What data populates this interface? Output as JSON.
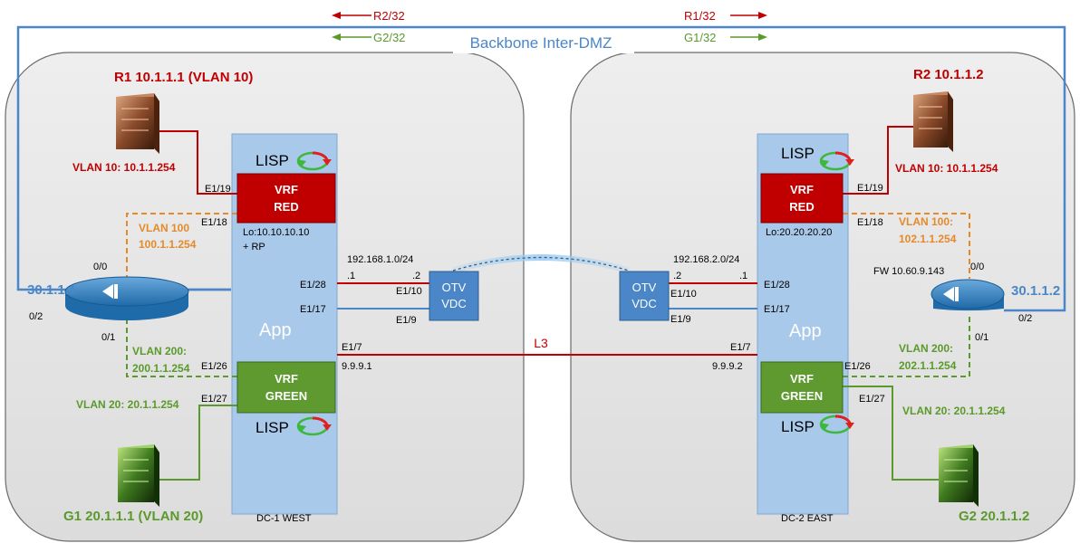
{
  "colors": {
    "red": "#c00000",
    "green": "#5a9a2a",
    "orange": "#e58a2b",
    "blue": "#4a86c8",
    "vrf_red_fill": "#c00000",
    "vrf_green_fill": "#5e9a30",
    "switch_fill": "#a9c9ea",
    "otv_fill": "#4a86c8",
    "dc_fill": "#e6e6e6"
  },
  "backbone": {
    "title": "Backbone Inter-DMZ",
    "left_red_route": "R2/32",
    "left_green_route": "G2/32",
    "right_red_route": "R1/32",
    "right_green_route": "G1/32"
  },
  "west": {
    "name": "DC-1 WEST",
    "server_r1": "R1 10.1.1.1 (VLAN 10)",
    "vlan10": "VLAN 10: 10.1.1.254",
    "vlan100_line1": "VLAN 100",
    "vlan100_line2": "100.1.1.254",
    "vlan200_line1": "VLAN 200:",
    "vlan200_line2": "200.1.1.254",
    "vlan20": "VLAN 20: 20.1.1.254",
    "server_g1": "G1 20.1.1.1 (VLAN 20)",
    "fw_ip": "30.1.1.1",
    "fw_port_00": "0/0",
    "fw_port_02": "0/2",
    "fw_port_01": "0/1",
    "lisp_top": "LISP",
    "lisp_bottom": "LISP",
    "vrf_red_line1": "VRF",
    "vrf_red_line2": "RED",
    "vrf_green_line1": "VRF",
    "vrf_green_line2": "GREEN",
    "loopback": "Lo:10.10.10.10",
    "rp": "+ RP",
    "app": "App",
    "e1_19": "E1/19",
    "e1_18": "E1/18",
    "e1_28": "E1/28",
    "e1_17": "E1/17",
    "e1_7": "E1/7",
    "e1_26": "E1/26",
    "e1_27": "E1/27",
    "l3_ip": "9.9.9.1",
    "subnet": "192.168.1.0/24",
    "dot1": ".1",
    "dot2": ".2",
    "otv_e1_10": "E1/10",
    "otv_e1_9": "E1/9",
    "otv_line1": "OTV",
    "otv_line2": "VDC"
  },
  "east": {
    "name": "DC-2 EAST",
    "server_r2": "R2 10.1.1.2",
    "vlan10": "VLAN 10: 10.1.1.254",
    "vlan100_line1": "VLAN 100:",
    "vlan100_line2": "102.1.1.254",
    "fw_label": "FW 10.60.9.143",
    "vlan200_line1": "VLAN 200:",
    "vlan200_line2": "202.1.1.254",
    "vlan20": "VLAN 20: 20.1.1.254",
    "server_g2": "G2 20.1.1.2",
    "fw_ip": "30.1.1.2",
    "fw_port_00": "0/0",
    "fw_port_02": "0/2",
    "fw_port_01": "0/1",
    "lisp_top": "LISP",
    "lisp_bottom": "LISP",
    "vrf_red_line1": "VRF",
    "vrf_red_line2": "RED",
    "vrf_green_line1": "VRF",
    "vrf_green_line2": "GREEN",
    "loopback": "Lo:20.20.20.20",
    "app": "App",
    "e1_19": "E1/19",
    "e1_18": "E1/18",
    "e1_28": "E1/28",
    "e1_17": "E1/17",
    "e1_7": "E1/7",
    "e1_26": "E1/26",
    "e1_27": "E1/27",
    "l3_ip": "9.9.9.2",
    "subnet": "192.168.2.0/24",
    "dot2": ".2",
    "dot1": ".1",
    "otv_e1_10": "E1/10",
    "otv_e1_9": "E1/9",
    "otv_line1": "OTV",
    "otv_line2": "VDC"
  },
  "l3_label": "L3"
}
